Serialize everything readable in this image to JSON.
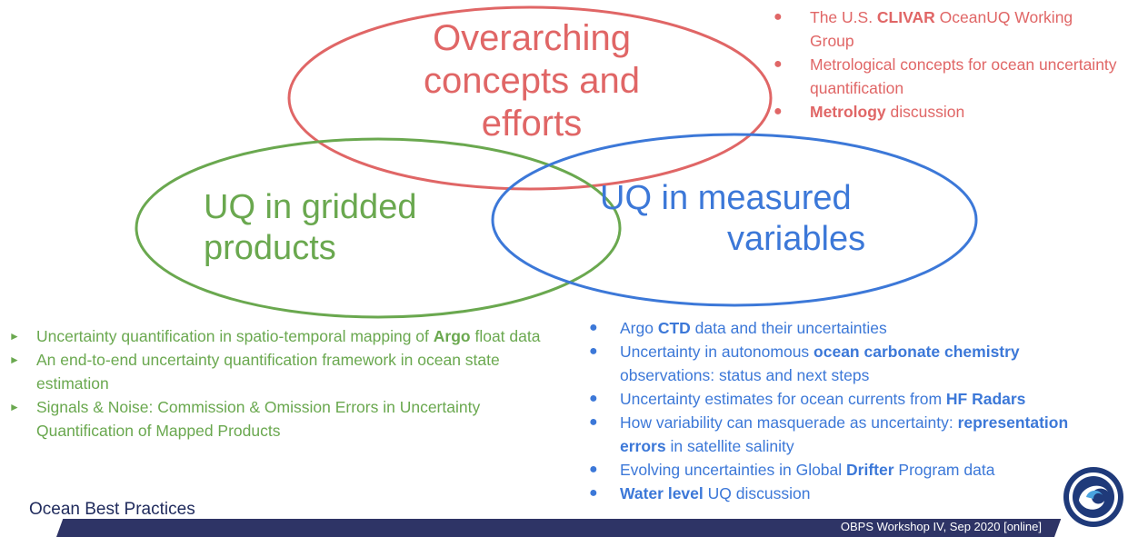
{
  "diagram": {
    "circles": [
      {
        "label_lines": [
          "Overarching",
          "concepts and",
          "efforts"
        ],
        "color": "#e06666"
      },
      {
        "label_lines": [
          "UQ in gridded",
          "products"
        ],
        "color": "#6aa84f"
      },
      {
        "label_lines": [
          "UQ in measured",
          "variables"
        ],
        "color": "#3c78d8"
      }
    ]
  },
  "lists": {
    "overarching": [
      {
        "parts": [
          {
            "t": "The U.S. "
          },
          {
            "t": "CLIVAR",
            "b": true
          },
          {
            "t": " OceanUQ Working Group"
          }
        ]
      },
      {
        "parts": [
          {
            "t": "Metrological concepts for ocean uncertainty quantification"
          }
        ]
      },
      {
        "parts": [
          {
            "t": "Metrology",
            "b": true
          },
          {
            "t": " discussion"
          }
        ]
      }
    ],
    "gridded": [
      {
        "parts": [
          {
            "t": "Uncertainty quantification in spatio-temporal mapping of "
          },
          {
            "t": "Argo",
            "b": true
          },
          {
            "t": " float data"
          }
        ]
      },
      {
        "parts": [
          {
            "t": "An end-to-end uncertainty quantification framework in ocean state estimation"
          }
        ]
      },
      {
        "parts": [
          {
            "t": "Signals & Noise: Commission & Omission Errors in Uncertainty Quantification of Mapped Products"
          }
        ]
      }
    ],
    "measured": [
      {
        "parts": [
          {
            "t": "Argo "
          },
          {
            "t": "CTD",
            "b": true
          },
          {
            "t": " data and their uncertainties"
          }
        ]
      },
      {
        "parts": [
          {
            "t": "Uncertainty in autonomous "
          },
          {
            "t": "ocean carbonate chemistry",
            "b": true
          },
          {
            "t": " observations: status and next steps"
          }
        ]
      },
      {
        "parts": [
          {
            "t": "Uncertainty estimates for ocean currents from "
          },
          {
            "t": "HF Radars",
            "b": true
          }
        ]
      },
      {
        "parts": [
          {
            "t": "How variability can masquerade as uncertainty: "
          },
          {
            "t": "representation errors",
            "b": true
          },
          {
            "t": " in satellite salinity"
          }
        ]
      },
      {
        "parts": [
          {
            "t": "Evolving uncertainties in Global "
          },
          {
            "t": "Drifter",
            "b": true
          },
          {
            "t": " Program data"
          }
        ]
      },
      {
        "parts": [
          {
            "t": "Water level",
            "b": true
          },
          {
            "t": " UQ discussion"
          }
        ]
      }
    ]
  },
  "footer": {
    "title": "Ocean Best Practices",
    "event": "OBPS Workshop IV, Sep 2020 [online]"
  },
  "logo_icon": "ocean-best-practices-logo-icon"
}
